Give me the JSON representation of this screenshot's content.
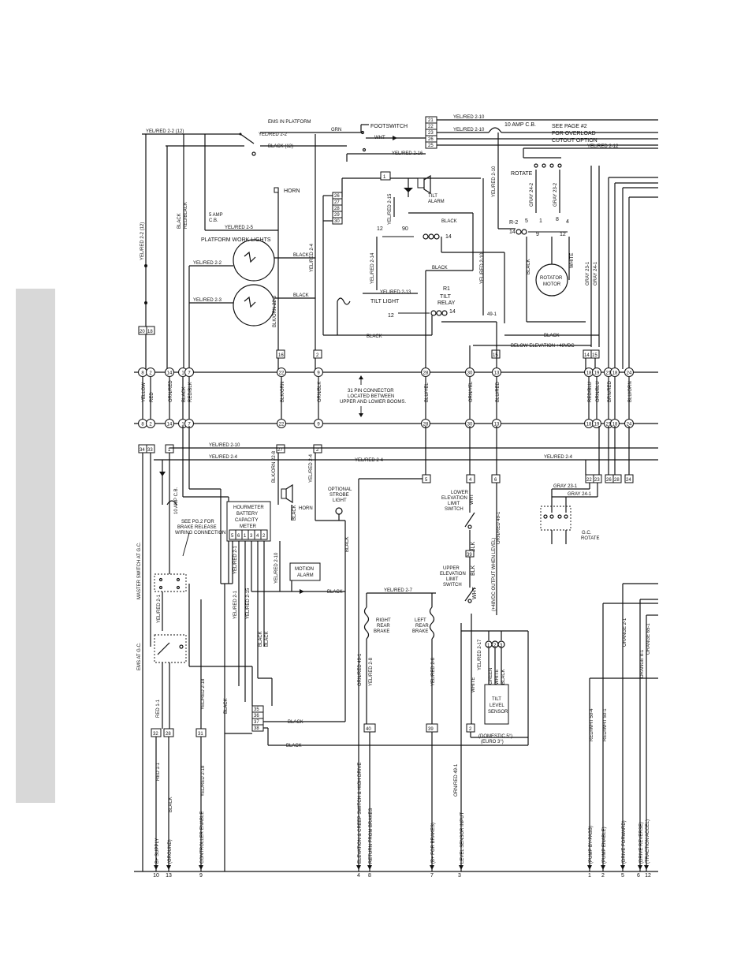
{
  "header": {
    "ems_in_platform": "EMS IN PLATFORM",
    "footswitch": "FOOTSWITCH",
    "cb10": "10 AMP C.B.",
    "see_page2": "SEE PAGE #2",
    "for_overload": "FOR OVERLOAD",
    "cutout_option": "CUTOUT OPTION"
  },
  "platform": {
    "horn": "HORN",
    "cb5_a": "5 AMP",
    "cb5_b": "C.B.",
    "work_lights": "PLATFORM WORK LIGHTS",
    "tilt_alarm_a": "TILT",
    "tilt_alarm_b": "ALARM",
    "tilt_light": "TILT LIGHT",
    "r1": "R1",
    "tilt_relay_a": "TILT",
    "tilt_relay_b": "RELAY",
    "rotate": "ROTATE",
    "r2": "R-2",
    "rotator_motor_a": "ROTATOR",
    "rotator_motor_b": "MOTOR",
    "below_elevation": "BELOW ELEVATION +48VDC",
    "grn": "GRN",
    "wht": "WHT",
    "black": "BLACK",
    "white": "WHITE",
    "black12": "BLACK (12)",
    "yelred2_2_12": "YEL/RED 2-2 (12)",
    "yelred2_2": "YEL/RED 2-2",
    "yelred2_3": "YEL/RED 2-3",
    "yelred2_5": "YEL/RED 2-5",
    "yelred2_10": "YEL/RED 2-10",
    "yelred2_12": "YEL/RED 2-12",
    "yelred2_16": "YEL/RED 2-16",
    "yelred2_13": "YEL/RED 2-13",
    "yelred2_14": "YEL/RED 2-14",
    "yelred2_15": "YEL/RED 2-15",
    "yelred2_4": "YEL/RED 2-4",
    "gray24_2": "GRAY 24-2",
    "gray23_2": "GRAY 23-2",
    "gray23_1": "GRAY 23-1",
    "gray24_1": "GRAY 24-1",
    "elev_blkorn": "BLK/ORN 22-8",
    "n49_1": "49-1"
  },
  "connector": {
    "note_a": "31 PIN CONNECTOR",
    "note_b": "LOCATED BETWEEN",
    "note_c": "UPPER AND LOWER BOOMS.",
    "pins_upper": [
      "8",
      "2",
      "14",
      "1",
      "7",
      "22",
      "9",
      "28",
      "30",
      "13",
      "18",
      "19",
      "21",
      "18",
      "24"
    ],
    "wire_labels": [
      "YELLOW",
      "RED",
      "ORN/RED",
      "BLACK",
      "RED/BLK",
      "BLK/ORN",
      "ORN/BLK",
      "BLU/YEL",
      "ORN/YEL",
      "BLU/RED",
      "RED/BLU",
      "ORN/BLU",
      "BRN/RED",
      "BLU/ORN"
    ],
    "top_boxes": [
      "20",
      "18",
      "16",
      "2",
      "15",
      "14",
      "15"
    ],
    "tb_top": [
      "21",
      "22",
      "23",
      "26",
      "25"
    ],
    "tb_left": [
      "26",
      "27",
      "28",
      "29",
      "30"
    ]
  },
  "lower": {
    "yelred2_10": "YEL/RED 2-10",
    "yelred2_4": "YEL/RED 2-4",
    "cb10_a": "10 AMP C.B.",
    "brake_note_a": "SEE PG.2 FOR",
    "brake_note_b": "BRAKE RELEASE",
    "brake_note_c": "WIRING CONNECTION",
    "hourmeter_a": "HOURMETER",
    "hourmeter_b": "BATTERY",
    "hourmeter_c": "CAPACITY",
    "hourmeter_d": "METER",
    "hm_pins": [
      "5",
      "6",
      "1",
      "3",
      "4",
      "2"
    ],
    "horn": "HORN",
    "strobe_a": "OPTIONAL",
    "strobe_b": "STROBE",
    "strobe_c": "LIGHT",
    "motion_a": "MOTION",
    "motion_b": "ALARM",
    "lower_limit_a": "LOWER",
    "lower_limit_b": "ELEVATION",
    "lower_limit_c": "LIMIT",
    "lower_limit_d": "SWITCH",
    "upper_limit_a": "UPPER",
    "upper_limit_b": "ELEVATION",
    "upper_limit_c": "LIMIT",
    "upper_limit_d": "SWITCH",
    "gc_rotate_a": "G.C.",
    "gc_rotate_b": "ROTATE",
    "right_brake_a": "RIGHT",
    "right_brake_b": "REAR",
    "right_brake_c": "BRAKE",
    "left_brake_a": "LEFT",
    "left_brake_b": "REAR",
    "left_brake_c": "BRAKE",
    "yelred2_7": "YEL/RED 2-7",
    "master_switch": "MASTER SWITCH AT G.C.",
    "ems_gc": "EMS AT G.C.",
    "tilt_sensor_a": "TILT",
    "tilt_sensor_b": "LEVEL",
    "tilt_sensor_c": "SENSOR",
    "domestic": "(DOMESTIC 5°)",
    "euro": "(EURO 3°)",
    "sensor_wires": [
      "GREEN",
      "WHITE",
      "BLACK"
    ],
    "output_note": "(+48VDC OUTPUT WHEN LEVEL)",
    "orn_red_49": "ORN/RED 49-1",
    "blk": "BLK",
    "wht": "WHT",
    "boxes_mid": [
      "34",
      "33",
      "1",
      "27",
      "2",
      "5",
      "4",
      "6",
      "22",
      "23",
      "26",
      "28",
      "24"
    ],
    "boxes_bottom": [
      "32",
      "28",
      "31",
      "40",
      "39",
      "2"
    ],
    "tb_pins": [
      "35",
      "36",
      "37",
      "38"
    ]
  },
  "outputs": [
    {
      "label": "B+ SUPPLY",
      "num": "10"
    },
    {
      "label": "(GROUND)",
      "num": "13"
    },
    {
      "label": "CONTROLLER ENABLE",
      "num": "9"
    },
    {
      "label": "ELEVATION & CREEP SWITCH & HIGH DRIVE",
      "num": "4"
    },
    {
      "label": "RETURN FROM BRAKES",
      "num": "8"
    },
    {
      "label": "(B+ FOR BRAKES)",
      "num": "7"
    },
    {
      "label": "LEVEL SENSOR INPUT",
      "num": "3"
    },
    {
      "label": "(PUMP BY-PASS)",
      "num": "1"
    },
    {
      "label": "(PUMP ENABLE)",
      "num": "2"
    },
    {
      "label": "(DRIVE FORWARD)",
      "num": "5"
    },
    {
      "label": "(DRIVE REVERSE)",
      "num": "6"
    },
    {
      "label": "(TRACTION ACCEL)",
      "num": "12"
    }
  ],
  "bottom_wires": {
    "red1_1": "RED 1-1",
    "black": "BLACK",
    "yelred2_18": "YEL/RED 2-18",
    "orn_red_49": "ORN/RED 49-1",
    "yelred2_8": "YEL/RED 2-8",
    "yelred2_6": "YEL/RED 2-6",
    "redwht50_4": "RED/WHT 50-4",
    "redwht50_1": "RED/WHT 50-1",
    "orange2_1": "ORANGE 2-1",
    "orange8_1": "ORANGE 8-1",
    "orange65_1": "ORANGE 65-1"
  }
}
